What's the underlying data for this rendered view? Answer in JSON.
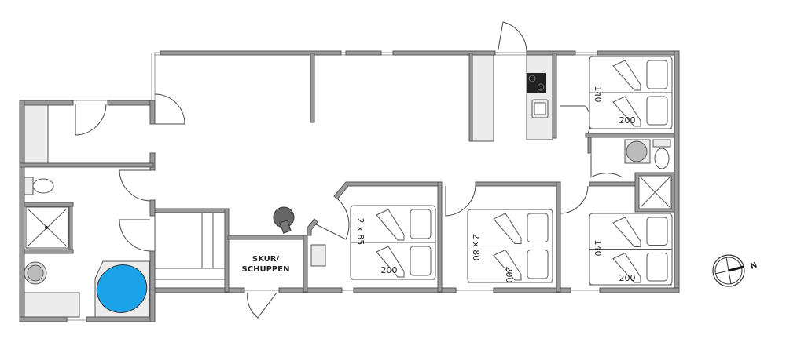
{
  "plan": {
    "rooms": {
      "shed_line1": "SKUR/",
      "shed_line2": "SCHUPPEN"
    },
    "beds": [
      {
        "width_label": "2 x 85",
        "length_label": "200"
      },
      {
        "width_label": "2 x 80",
        "length_label": "200"
      },
      {
        "width_label": "140",
        "length_label": "200"
      },
      {
        "width_label": "140",
        "length_label": "200"
      }
    ],
    "compass": {
      "label": "N"
    },
    "colors": {
      "wall": "#9a9a9a",
      "bathtub": "#1aa3e8",
      "stove": "#666666"
    }
  }
}
